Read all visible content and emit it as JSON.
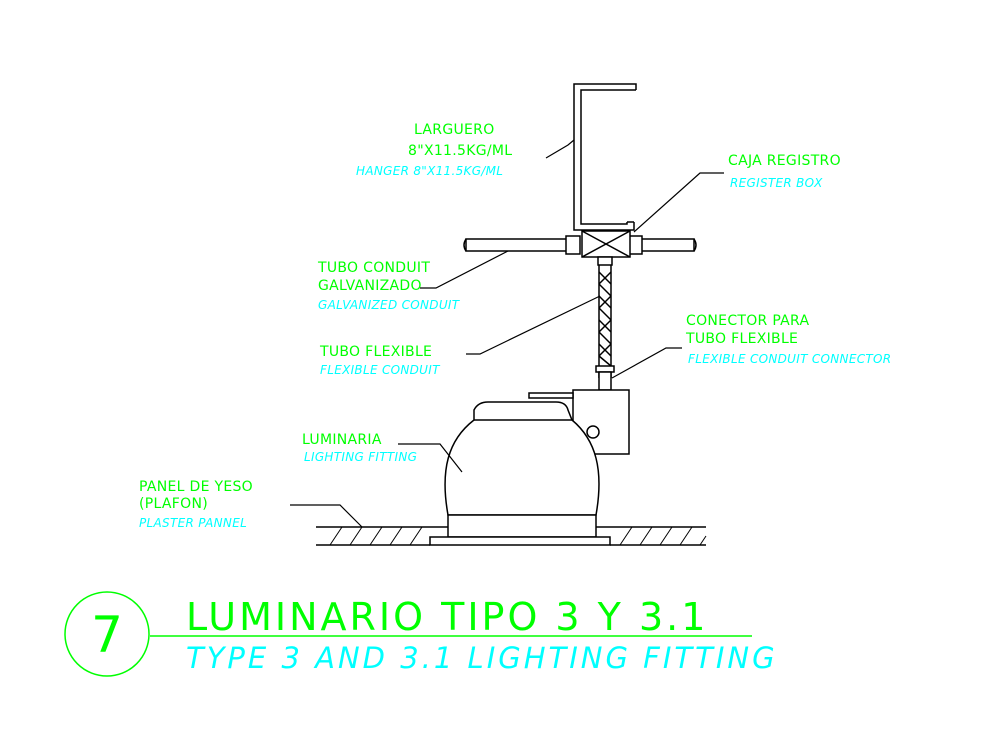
{
  "labels": {
    "hanger_es_1": "LARGUERO",
    "hanger_es_2": "8\"X11.5KG/ML",
    "hanger_en": "HANGER 8\"X11.5KG/ML",
    "box_es": "CAJA REGISTRO",
    "box_en": "REGISTER BOX",
    "conduit_es_1": "TUBO CONDUIT",
    "conduit_es_2": "GALVANIZADO",
    "conduit_en": "GALVANIZED CONDUIT",
    "connector_es_1": "CONECTOR PARA",
    "connector_es_2": "TUBO FLEXIBLE",
    "connector_en": "FLEXIBLE CONDUIT CONNECTOR",
    "flex_es": "TUBO FLEXIBLE",
    "flex_en": "FLEXIBLE CONDUIT",
    "fitting_es": "LUMINARIA",
    "fitting_en": "LIGHTING FITTING",
    "plaster_es_1": "PANEL DE YESO",
    "plaster_es_2": "(PLAFON)",
    "plaster_en": "PLASTER PANNEL"
  },
  "title": {
    "number": "7",
    "es": "LUMINARIO TIPO 3 Y 3.1",
    "en": "TYPE 3 AND 3.1 LIGHTING FITTING"
  },
  "colors": {
    "spanish_text": "#00ff00",
    "english_text": "#00ffff",
    "drawing_lines": "#000000",
    "background": "#ffffff"
  }
}
